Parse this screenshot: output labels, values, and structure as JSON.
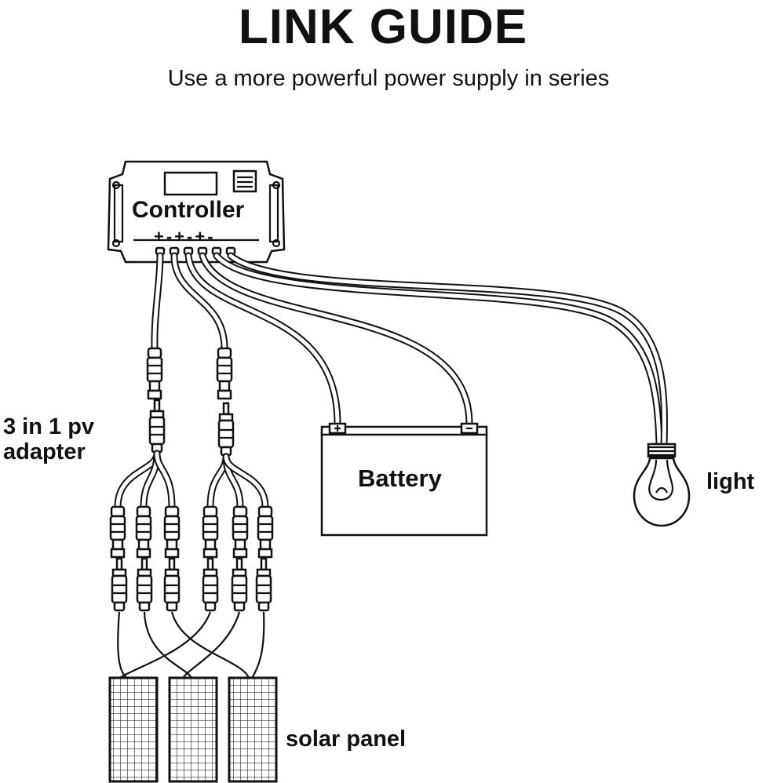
{
  "header": {
    "title": "LINK GUIDE",
    "subtitle": "Use a more powerful power supply in series"
  },
  "labels": {
    "controller": "Controller",
    "polarity": "+-+-+-",
    "adapter": "3 in 1 pv adapter",
    "battery": "Battery",
    "light": "light",
    "solar_panel": "solar panel"
  },
  "colors": {
    "line": "#111111",
    "background": "#ffffff"
  }
}
